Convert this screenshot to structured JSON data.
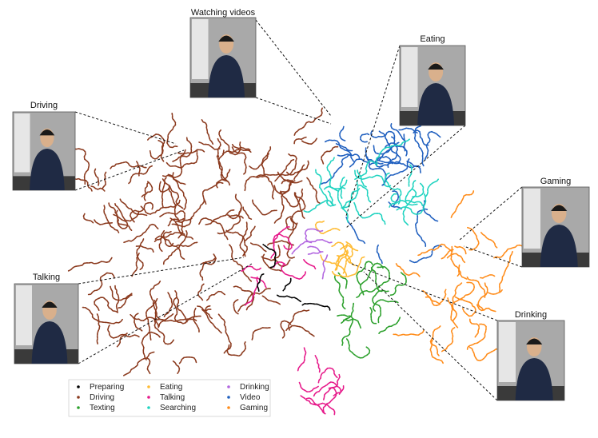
{
  "chart_data": {
    "type": "scatter",
    "title": "",
    "xlabel": "",
    "ylabel": "",
    "grid": false,
    "legend_position": "bottom-left",
    "series": [
      {
        "name": "Preparing",
        "color": "#000000"
      },
      {
        "name": "Driving",
        "color": "#8b3a1e"
      },
      {
        "name": "Texting",
        "color": "#2ca02c"
      },
      {
        "name": "Eating",
        "color": "#ffbb33"
      },
      {
        "name": "Talking",
        "color": "#e6198a"
      },
      {
        "name": "Searching",
        "color": "#1fd3c0"
      },
      {
        "name": "Drinking",
        "color": "#b266e0"
      },
      {
        "name": "Video",
        "color": "#1f5fbf"
      },
      {
        "name": "Gaming",
        "color": "#ff8c1a"
      }
    ],
    "callouts": [
      {
        "label": "Watching videos",
        "icon": "person-watching-video-photo"
      },
      {
        "label": "Eating",
        "icon": "person-eating-photo"
      },
      {
        "label": "Driving",
        "icon": "person-driving-photo"
      },
      {
        "label": "Gaming",
        "icon": "person-gaming-photo"
      },
      {
        "label": "Talking",
        "icon": "person-talking-photo"
      },
      {
        "label": "Drinking",
        "icon": "person-drinking-photo"
      }
    ]
  }
}
